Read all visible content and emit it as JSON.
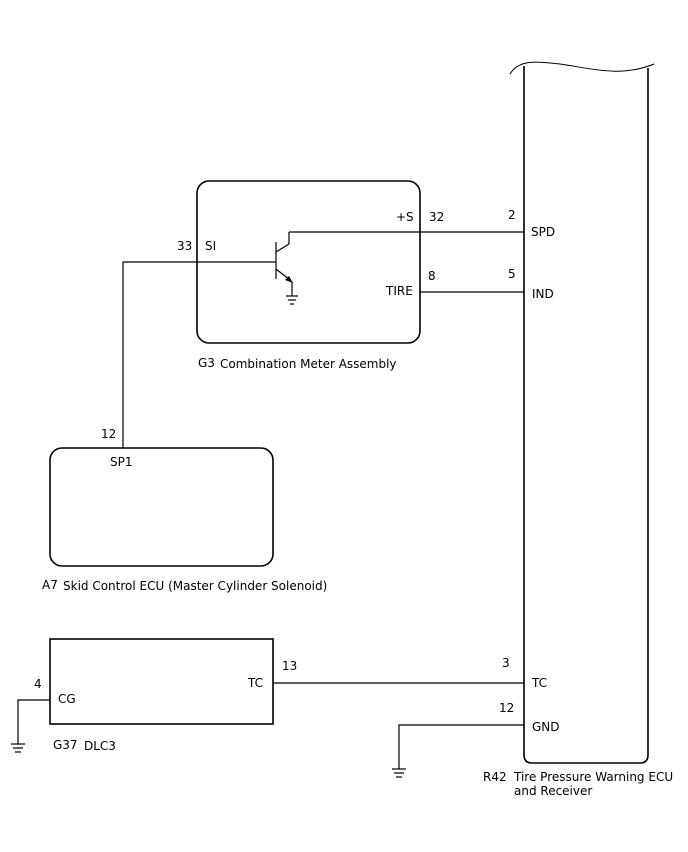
{
  "combination_meter": {
    "code": "G3",
    "name": "Combination Meter Assembly",
    "pin_si_num": "33",
    "pin_si_name": "SI",
    "pin_s_name": "+S",
    "pin_s_num": "32",
    "pin_tire_name": "TIRE",
    "pin_tire_num": "8"
  },
  "skid_ecu": {
    "code": "A7",
    "name": "Skid Control ECU (Master Cylinder Solenoid)",
    "pin_num": "12",
    "pin_name": "SP1"
  },
  "dlc3": {
    "code": "G37",
    "name": "DLC3",
    "pin_cg_num": "4",
    "pin_cg_name": "CG",
    "pin_tc_name": "TC",
    "pin_tc_num": "13"
  },
  "tpw_ecu": {
    "code": "R42",
    "name_line1": "Tire Pressure Warning ECU",
    "name_line2": "and Receiver",
    "pin_spd_num": "2",
    "pin_spd_name": "SPD",
    "pin_ind_num": "5",
    "pin_ind_name": "IND",
    "pin_tc_num": "3",
    "pin_tc_name": "TC",
    "pin_gnd_num": "12",
    "pin_gnd_name": "GND"
  }
}
